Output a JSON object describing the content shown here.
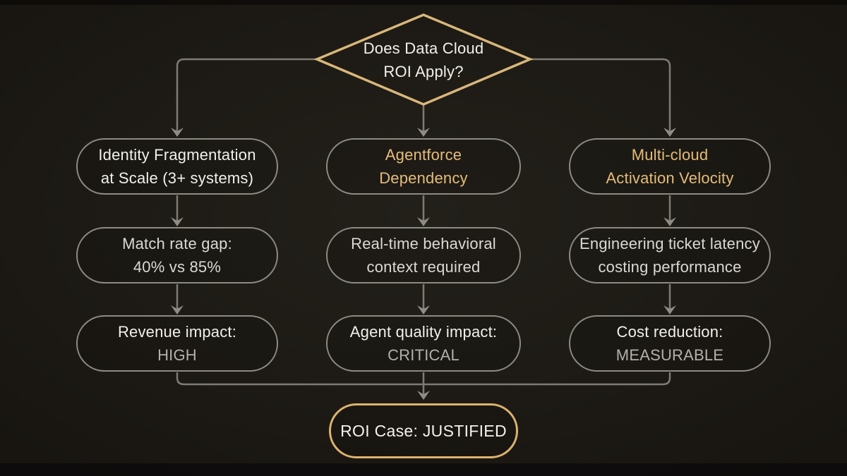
{
  "palette": {
    "background": "#1d1a15",
    "gold_border": "#d8b77a",
    "gold_text": "#e5bc79",
    "box_border_gray": "#8d8a83",
    "line_gray": "#7e7b74",
    "arrow_gray": "#8f8c85",
    "text_bright": "#f2f0ec",
    "text_dim": "#b3b0aa"
  },
  "decision": {
    "line1": "Does Data Cloud",
    "line2": "ROI Apply?"
  },
  "columns": [
    {
      "id": "identity-fragmentation",
      "nodes": [
        {
          "line1": "Identity Fragmentation",
          "line2": "at Scale (3+ systems)"
        },
        {
          "line1": "Match rate gap:",
          "line2": "40% vs 85%"
        },
        {
          "line1": "Revenue impact:",
          "line2": "HIGH"
        }
      ]
    },
    {
      "id": "agentforce-dependency",
      "nodes": [
        {
          "line1": "Agentforce",
          "line2": "Dependency"
        },
        {
          "line1": "Real-time behavioral",
          "line2": "context required"
        },
        {
          "line1": "Agent quality impact:",
          "line2": "CRITICAL"
        }
      ]
    },
    {
      "id": "multi-cloud-velocity",
      "nodes": [
        {
          "line1": "Multi-cloud",
          "line2": "Activation Velocity"
        },
        {
          "line1": "Engineering ticket latency",
          "line2": "costing performance"
        },
        {
          "line1": "Cost reduction:",
          "line2": "MEASURABLE"
        }
      ]
    }
  ],
  "result": {
    "label": "ROI Case: JUSTIFIED"
  }
}
